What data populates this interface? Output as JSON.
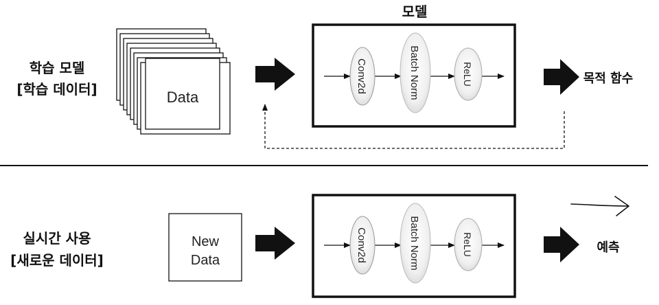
{
  "top": {
    "left_label_line1": "학습 모델",
    "left_label_line2": "[학습 데이터]",
    "data_label": "Data",
    "model_title": "모델",
    "layers": [
      "Conv2d",
      "Batch Norm",
      "ReLU"
    ],
    "output_label": "목적 함수"
  },
  "bottom": {
    "left_label_line1": "실시간 사용",
    "left_label_line2": "[새로운 데이터]",
    "data_label_line1": "New",
    "data_label_line2": "Data",
    "layers": [
      "Conv2d",
      "Batch Norm",
      "ReLU"
    ],
    "output_label": "예측"
  }
}
